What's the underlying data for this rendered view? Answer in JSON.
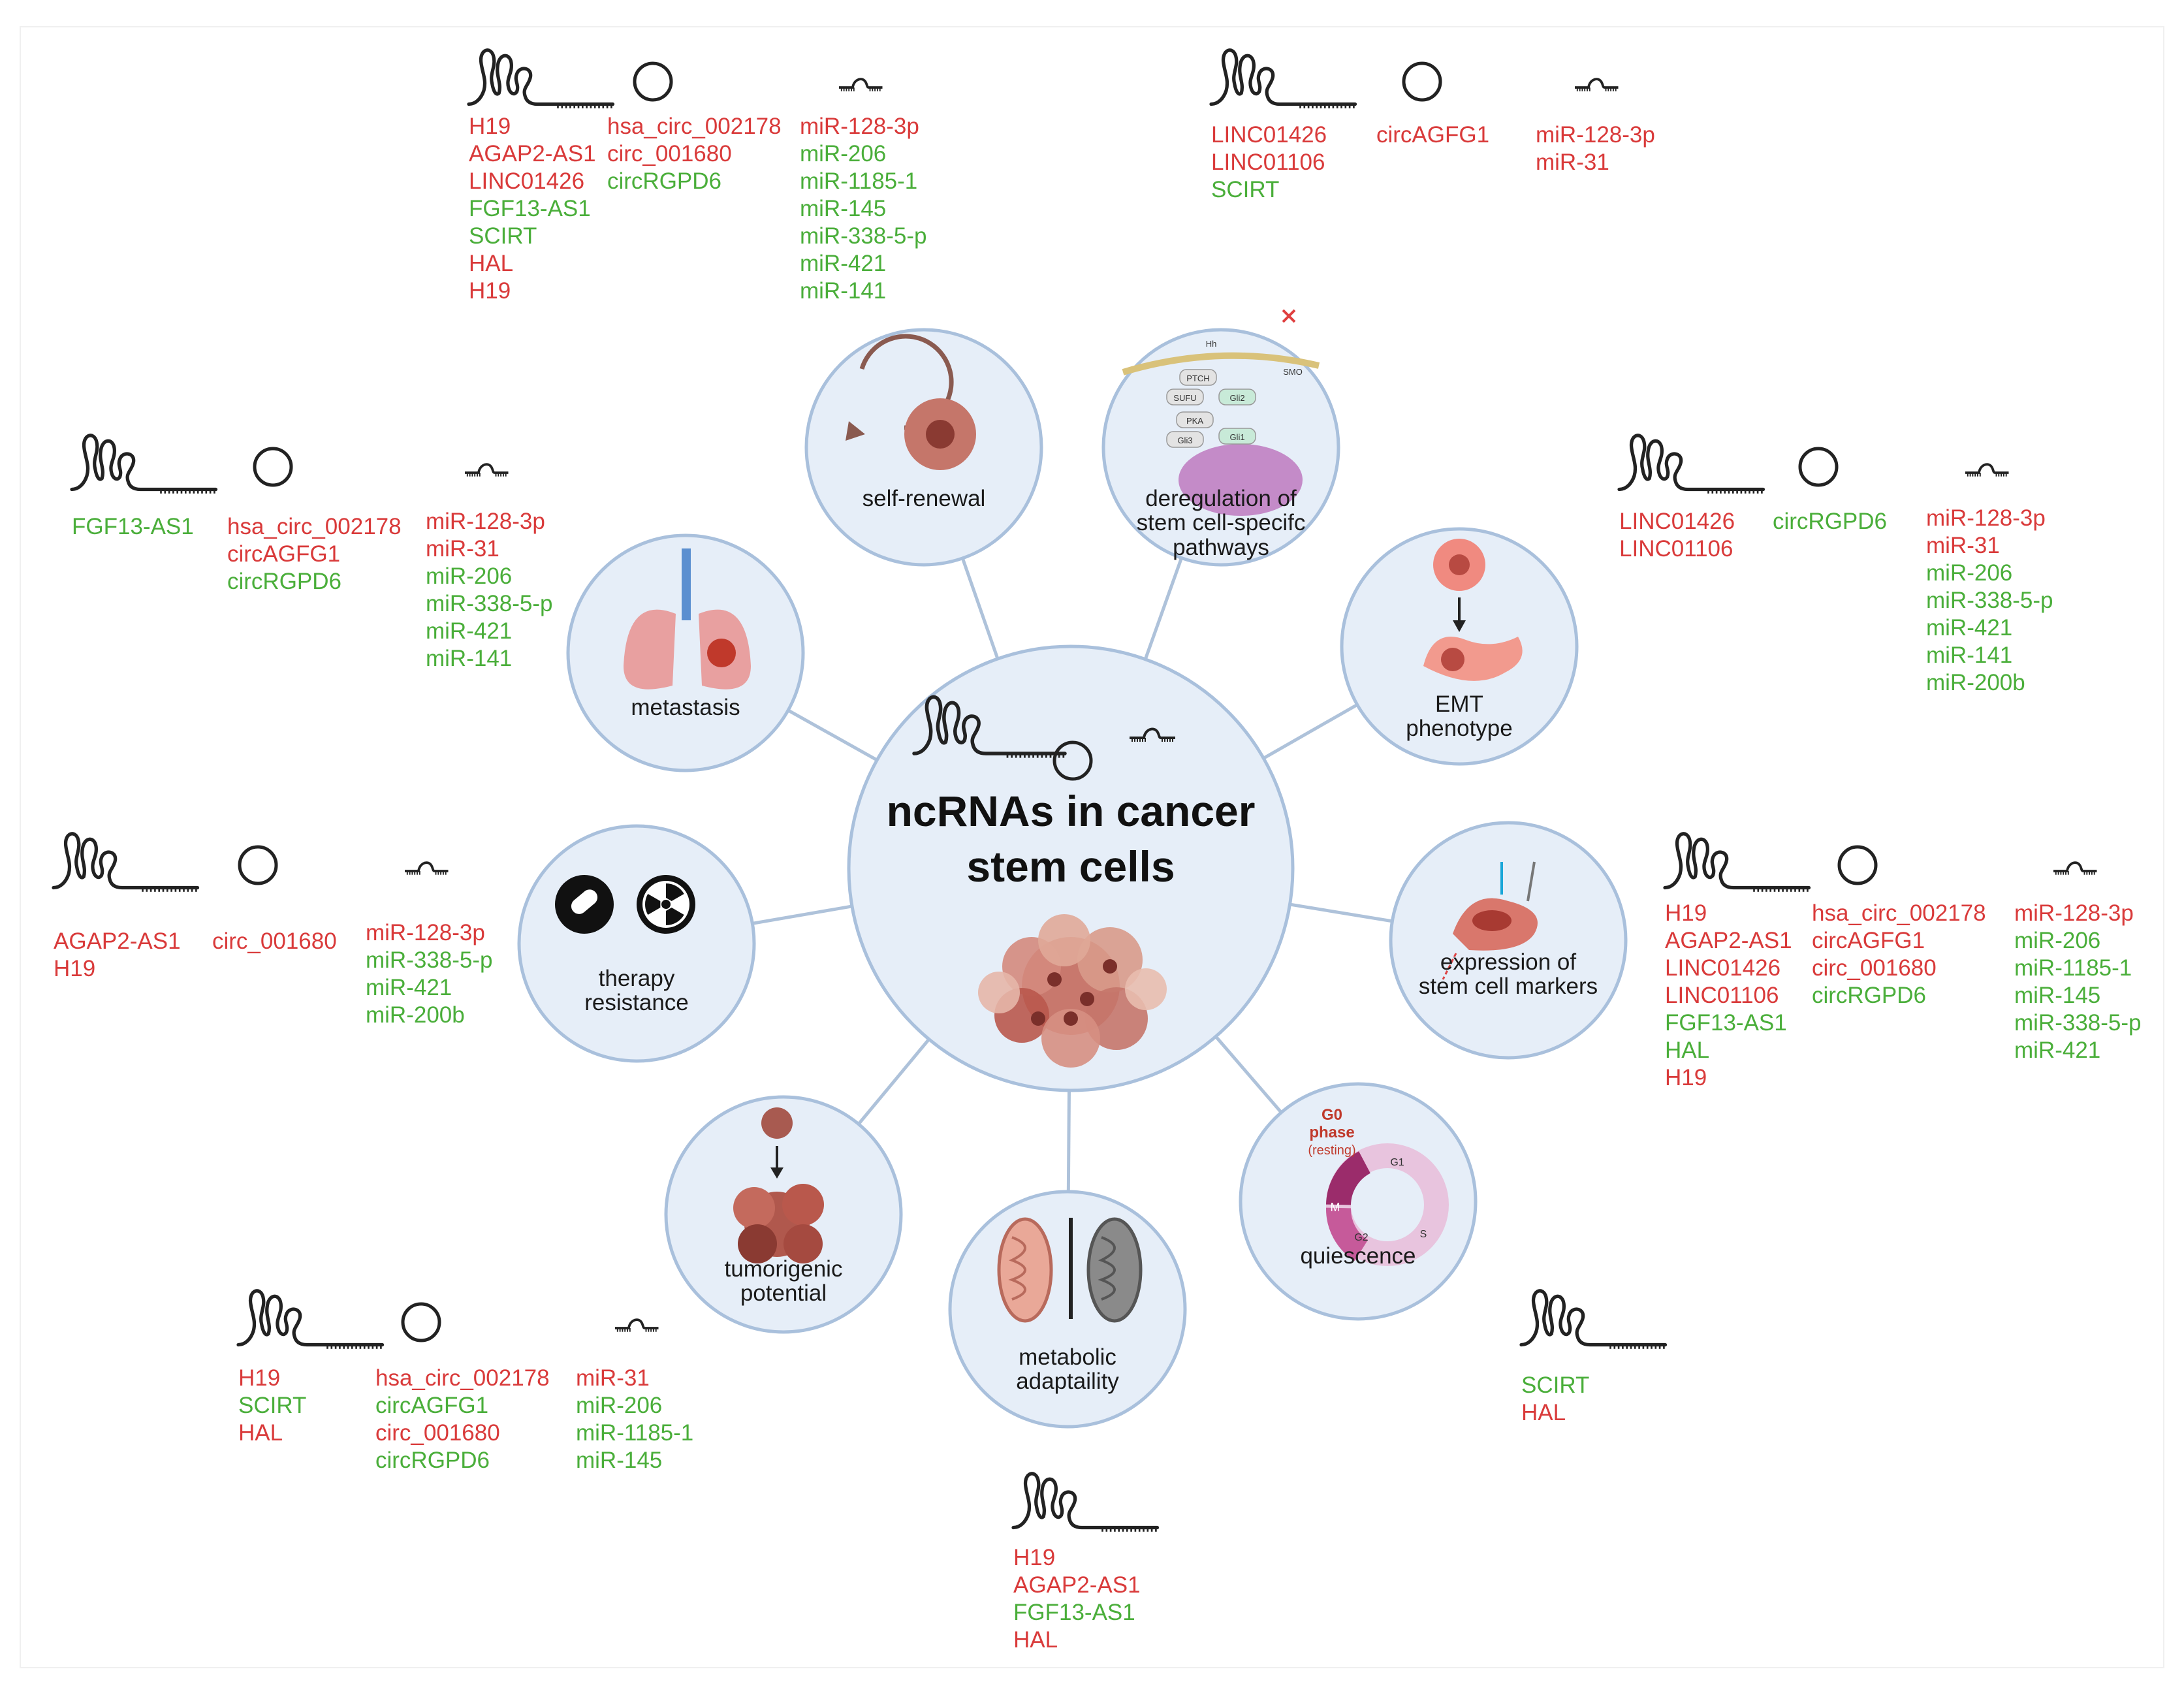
{
  "title": [
    "ncRNAs in cancer",
    "stem cells"
  ],
  "colors": {
    "up": "#d93a3a",
    "down": "#4aae3a",
    "circle_fill": "#e6eef8",
    "circle_stroke": "#a9c0dc",
    "connector": "#aec2da",
    "icon": "#222222"
  },
  "legend_note": "up = red, down = green",
  "nodes": [
    {
      "id": "self-renewal",
      "label": [
        "self-renewal"
      ]
    },
    {
      "id": "pathways",
      "label": [
        "deregulation of",
        "stem cell-specifc",
        "pathways"
      ]
    },
    {
      "id": "emt",
      "label": [
        "EMT",
        "phenotype"
      ]
    },
    {
      "id": "markers",
      "label": [
        "expression of",
        "stem cell markers"
      ]
    },
    {
      "id": "quiescence",
      "label": [
        "quiescence"
      ]
    },
    {
      "id": "metabolic",
      "label": [
        "metabolic",
        "adaptaility"
      ]
    },
    {
      "id": "tumorigenic",
      "label": [
        "tumorigenic",
        "potential"
      ]
    },
    {
      "id": "therapy",
      "label": [
        "therapy",
        "resistance"
      ]
    },
    {
      "id": "metastasis",
      "label": [
        "metastasis"
      ]
    }
  ],
  "pathway_icon_text": [
    "PTCH",
    "SUFU",
    "PKA",
    "Gli3",
    "Gli2",
    "Gli1",
    "SMO",
    "Hh"
  ],
  "quiescence_icon_text": [
    "G0",
    "phase",
    "(resting)",
    "G1",
    "S",
    "G2",
    "M"
  ],
  "groups": [
    {
      "id": "self-renewal",
      "lnc": [
        [
          "H19",
          "up"
        ],
        [
          "AGAP2-AS1",
          "up"
        ],
        [
          "LINC01426",
          "up"
        ],
        [
          "FGF13-AS1",
          "down"
        ],
        [
          "SCIRT",
          "down"
        ],
        [
          "HAL",
          "up"
        ],
        [
          "H19",
          "up"
        ]
      ],
      "circ": [
        [
          "hsa_circ_002178",
          "up"
        ],
        [
          "circ_001680",
          "up"
        ],
        [
          "circRGPD6",
          "down"
        ]
      ],
      "mir": [
        [
          "miR-128-3p",
          "up"
        ],
        [
          "miR-206",
          "down"
        ],
        [
          "miR-1185-1",
          "down"
        ],
        [
          "miR-145",
          "down"
        ],
        [
          "miR-338-5-p",
          "down"
        ],
        [
          "miR-421",
          "down"
        ],
        [
          "miR-141",
          "down"
        ]
      ]
    },
    {
      "id": "pathways",
      "lnc": [
        [
          "LINC01426",
          "up"
        ],
        [
          "LINC01106",
          "up"
        ],
        [
          "SCIRT",
          "down"
        ]
      ],
      "circ": [
        [
          "circAGFG1",
          "up"
        ]
      ],
      "mir": [
        [
          "miR-128-3p",
          "up"
        ],
        [
          "miR-31",
          "up"
        ]
      ]
    },
    {
      "id": "emt",
      "lnc": [
        [
          "LINC01426",
          "up"
        ],
        [
          "LINC01106",
          "up"
        ]
      ],
      "circ": [
        [
          "circRGPD6",
          "down"
        ]
      ],
      "mir": [
        [
          "miR-128-3p",
          "up"
        ],
        [
          "miR-31",
          "up"
        ],
        [
          "miR-206",
          "down"
        ],
        [
          "miR-338-5-p",
          "down"
        ],
        [
          "miR-421",
          "down"
        ],
        [
          "miR-141",
          "down"
        ],
        [
          "miR-200b",
          "down"
        ]
      ]
    },
    {
      "id": "markers",
      "lnc": [
        [
          "H19",
          "up"
        ],
        [
          "AGAP2-AS1",
          "up"
        ],
        [
          "LINC01426",
          "up"
        ],
        [
          "LINC01106",
          "up"
        ],
        [
          "FGF13-AS1",
          "down"
        ],
        [
          "HAL",
          "down"
        ],
        [
          "H19",
          "up"
        ]
      ],
      "circ": [
        [
          "hsa_circ_002178",
          "up"
        ],
        [
          "circAGFG1",
          "up"
        ],
        [
          "circ_001680",
          "up"
        ],
        [
          "circRGPD6",
          "down"
        ]
      ],
      "mir": [
        [
          "miR-128-3p",
          "up"
        ],
        [
          "miR-206",
          "down"
        ],
        [
          "miR-1185-1",
          "down"
        ],
        [
          "miR-145",
          "down"
        ],
        [
          "miR-338-5-p",
          "down"
        ],
        [
          "miR-421",
          "down"
        ]
      ]
    },
    {
      "id": "quiescence",
      "lnc": [
        [
          "SCIRT",
          "down"
        ],
        [
          "HAL",
          "up"
        ]
      ],
      "circ": [],
      "mir": []
    },
    {
      "id": "metabolic",
      "lnc": [
        [
          "H19",
          "up"
        ],
        [
          "AGAP2-AS1",
          "up"
        ],
        [
          "FGF13-AS1",
          "down"
        ],
        [
          "HAL",
          "up"
        ]
      ],
      "circ": [],
      "mir": []
    },
    {
      "id": "tumorigenic",
      "lnc": [
        [
          "H19",
          "up"
        ],
        [
          "SCIRT",
          "down"
        ],
        [
          "HAL",
          "up"
        ]
      ],
      "circ": [
        [
          "hsa_circ_002178",
          "up"
        ],
        [
          "circAGFG1",
          "down"
        ],
        [
          "circ_001680",
          "up"
        ],
        [
          "circRGPD6",
          "down"
        ]
      ],
      "mir": [
        [
          "miR-31",
          "up"
        ],
        [
          "miR-206",
          "down"
        ],
        [
          "miR-1185-1",
          "down"
        ],
        [
          "miR-145",
          "down"
        ]
      ]
    },
    {
      "id": "therapy",
      "lnc": [
        [
          "AGAP2-AS1",
          "up"
        ],
        [
          "H19",
          "up"
        ]
      ],
      "circ": [
        [
          "circ_001680",
          "up"
        ]
      ],
      "mir": [
        [
          "miR-128-3p",
          "up"
        ],
        [
          "miR-338-5-p",
          "down"
        ],
        [
          "miR-421",
          "down"
        ],
        [
          "miR-200b",
          "down"
        ]
      ]
    },
    {
      "id": "metastasis",
      "lnc": [
        [
          "FGF13-AS1",
          "down"
        ]
      ],
      "circ": [
        [
          "hsa_circ_002178",
          "up"
        ],
        [
          "circAGFG1",
          "up"
        ],
        [
          "circRGPD6",
          "down"
        ]
      ],
      "mir": [
        [
          "miR-128-3p",
          "up"
        ],
        [
          "miR-31",
          "up"
        ],
        [
          "miR-206",
          "down"
        ],
        [
          "miR-338-5-p",
          "down"
        ],
        [
          "miR-421",
          "down"
        ],
        [
          "miR-141",
          "down"
        ]
      ]
    }
  ]
}
